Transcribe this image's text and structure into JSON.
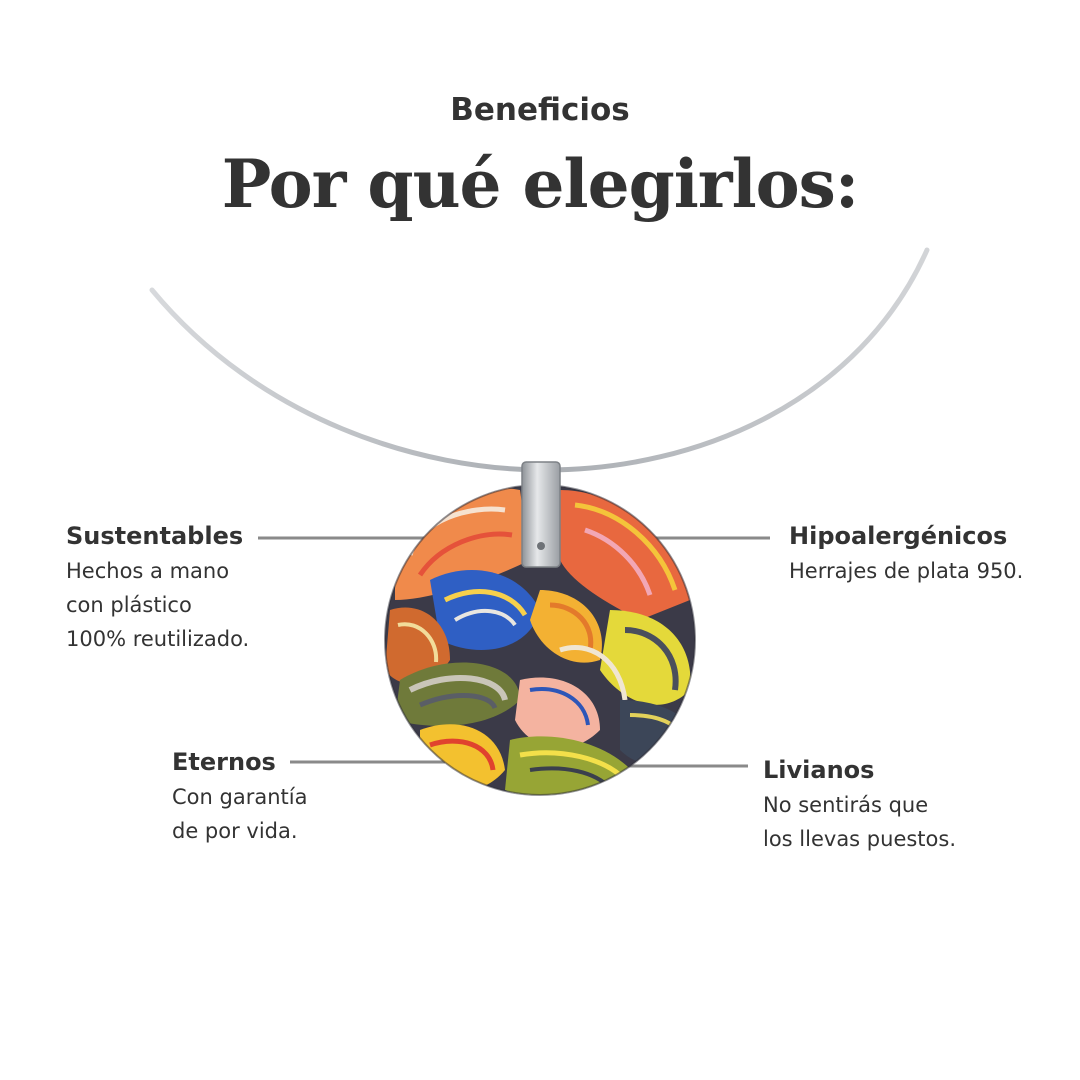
{
  "header": {
    "eyebrow": "Beneficios",
    "title": "Por qué elegirlos:"
  },
  "colors": {
    "text": "#333333",
    "connector": "#8a8a8a",
    "wire": "#b9bcc0"
  },
  "product_image": {
    "icon": "pendant-necklace-icon"
  },
  "benefits": {
    "sustentables": {
      "title": "Sustentables",
      "lines": [
        "Hechos a mano",
        "con plástico",
        "100% reutilizado."
      ]
    },
    "hipoalergenicos": {
      "title": "Hipoalergénicos",
      "lines": [
        "Herrajes de plata 950."
      ]
    },
    "eternos": {
      "title": "Eternos",
      "lines": [
        "Con garantía",
        "de por vida."
      ]
    },
    "livianos": {
      "title": "Livianos",
      "lines": [
        "No sentirás que",
        "los llevas puestos."
      ]
    }
  }
}
